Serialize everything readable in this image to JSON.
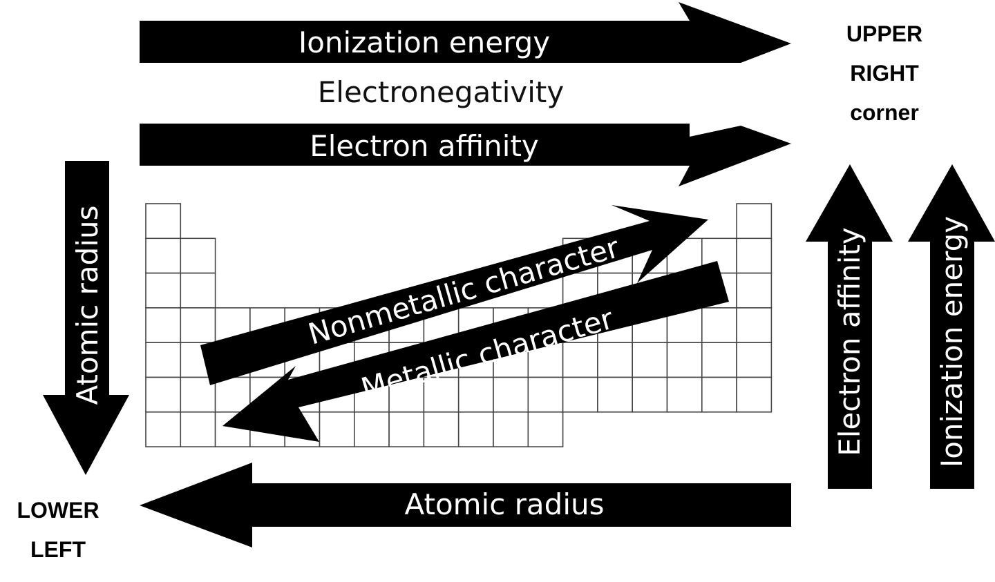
{
  "labels": {
    "ionization_top": "Ionization energy",
    "electronegativity": "Electronegativity",
    "electron_affinity_top": "Electron affinity",
    "atomic_radius_left": "Atomic radius",
    "nonmetallic": "Nonmetallic character",
    "metallic": "Metallic character",
    "electron_affinity_right": "Electron affinity",
    "ionization_right": "Ionization energy",
    "atomic_radius_bottom": "Atomic radius"
  },
  "corners": {
    "upper_right": [
      "UPPER",
      "RIGHT",
      "corner"
    ],
    "lower_left": [
      "LOWER",
      "LEFT"
    ]
  },
  "colors": {
    "arrow": "#000000",
    "text_on_arrow": "#ffffff",
    "grid_line": "#444444"
  }
}
